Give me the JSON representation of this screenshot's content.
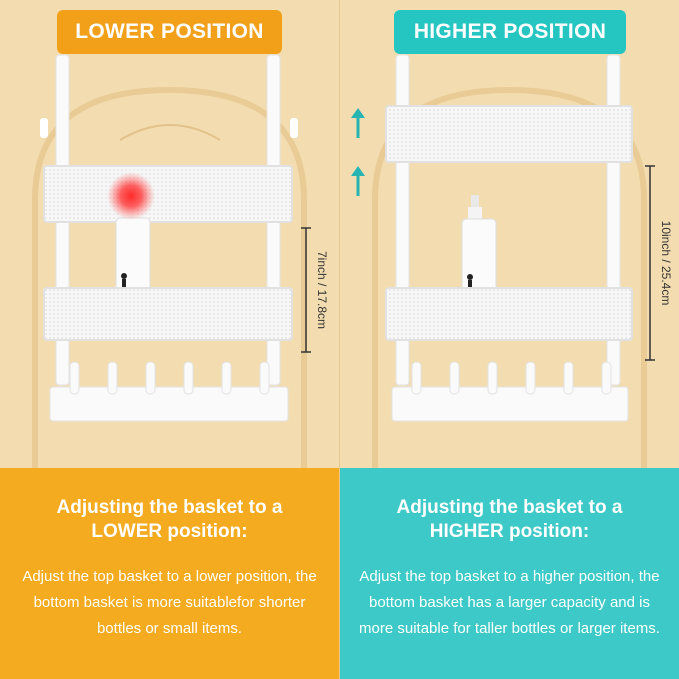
{
  "colors": {
    "lower_accent": "#f2a019",
    "higher_accent": "#25c5c2",
    "door": "#f3ddb0",
    "rack": "#ffffff"
  },
  "left": {
    "badge": "LOWER POSITION",
    "heading_line1": "Adjusting the basket to a",
    "heading_line2": "LOWER position:",
    "body": "Adjust the top basket to a lower position, the bottom basket is more suitablefor shorter bottles or small items.",
    "measurement": "7inch / 17.8cm",
    "highlight": "red-glow-marker"
  },
  "right": {
    "badge": "HIGHER POSITION",
    "heading_line1": "Adjusting the basket to a",
    "heading_line2": "HIGHER position:",
    "body": "Adjust the top basket to a higher position, the bottom basket has a larger capacity and is more suitable for taller bottles or larger items.",
    "measurement": "10inch / 25.4cm",
    "icons": [
      "arrow-up-icon",
      "arrow-up-icon"
    ]
  }
}
